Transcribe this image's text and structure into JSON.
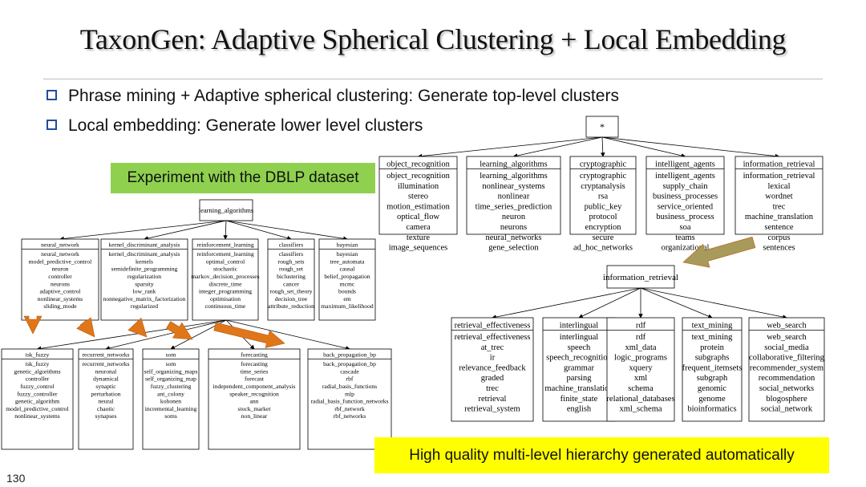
{
  "slide": {
    "title": "TaxonGen: Adaptive Spherical Clustering + Local Embedding",
    "bullets": [
      "Phrase mining + Adaptive spherical clustering: Generate top-level clusters",
      "Local embedding: Generate lower level clusters"
    ],
    "callout_dblp": "Experiment with the DBLP dataset",
    "callout_quality": "High quality multi-level hierarchy generated automatically",
    "page_number": "130"
  },
  "left_tree": {
    "root": "learning_algorithms",
    "level1": [
      {
        "title": "neural_network",
        "items": [
          "neural_network",
          "model_predictive_control",
          "neuron",
          "controller",
          "neurons",
          "adaptive_control",
          "nonlinear_systems",
          "sliding_mode"
        ]
      },
      {
        "title": "kernel_discriminant_analysis",
        "items": [
          "kernel_discriminant_analysis",
          "kernels",
          "semidefinite_programming",
          "regularization",
          "sparsity",
          "low_rank",
          "nonnegative_matrix_factorization",
          "regularized"
        ]
      },
      {
        "title": "reinforcement_learning",
        "items": [
          "reinforcement_learning",
          "optimal_control",
          "stochastic",
          "markov_decision_processes",
          "discrete_time",
          "integer_programming",
          "optimisation",
          "continuous_time"
        ]
      },
      {
        "title": "classifiers",
        "items": [
          "classifiers",
          "rough_sets",
          "rough_set",
          "biclustering",
          "cancer",
          "rough_set_theory",
          "decision_tree",
          "attribute_reduction"
        ]
      },
      {
        "title": "bayesian",
        "items": [
          "bayesian",
          "tree_automata",
          "causal",
          "belief_propagation",
          "mcmc",
          "bounds",
          "em",
          "maximum_likelihood"
        ]
      }
    ],
    "level2": [
      {
        "title": "tsk_fuzzy",
        "items": [
          "tsk_fuzzy",
          "genetic_algorithms",
          "controller",
          "fuzzy_control",
          "fuzzy_controller",
          "genetic_algorithm",
          "model_predictive_control",
          "nonlinear_systems"
        ]
      },
      {
        "title": "recurrent_networks",
        "items": [
          "recurrent_networks",
          "neuronal",
          "dynamical",
          "synaptic",
          "perturbation",
          "neural",
          "chaotic",
          "synapses"
        ]
      },
      {
        "title": "som",
        "items": [
          "som",
          "self_organizing_maps",
          "self_organizing_map",
          "fuzzy_clustering",
          "ant_colony",
          "kohonen",
          "incremental_learning",
          "soms"
        ]
      },
      {
        "title": "forecasting",
        "items": [
          "forecasting",
          "time_series",
          "forecast",
          "independent_component_analysis",
          "speaker_recognition",
          "ann",
          "stock_market",
          "non_linear"
        ]
      },
      {
        "title": "back_propagation_bp",
        "items": [
          "back_propagation_bp",
          "cascade",
          "rbf",
          "radial_basis_functions",
          "mlp",
          "radial_basis_function_networks",
          "rbf_network",
          "rbf_networks"
        ]
      }
    ]
  },
  "right_tree": {
    "root": "*",
    "level1": [
      {
        "title": "object_recognition",
        "items": [
          "object_recognition",
          "illumination",
          "stereo",
          "motion_estimation",
          "optical_flow",
          "camera",
          "texture",
          "image_sequences"
        ]
      },
      {
        "title": "learning_algorithms",
        "items": [
          "learning_algorithms",
          "nonlinear_systems",
          "nonlinear",
          "time_series_prediction",
          "neuron",
          "neurons",
          "neural_networks",
          "gene_selection"
        ]
      },
      {
        "title": "cryptographic",
        "items": [
          "cryptographic",
          "cryptanalysis",
          "rsa",
          "public_key",
          "protocol",
          "encryption",
          "secure",
          "ad_hoc_networks"
        ]
      },
      {
        "title": "intelligent_agents",
        "items": [
          "intelligent_agents",
          "supply_chain",
          "business_processes",
          "service_oriented",
          "business_process",
          "soa",
          "teams",
          "organizational"
        ]
      },
      {
        "title": "information_retrieval",
        "items": [
          "information_retrieval",
          "lexical",
          "wordnet",
          "trec",
          "machine_translation",
          "sentence",
          "corpus",
          "sentences"
        ]
      }
    ],
    "sub_root": "information_retrieval",
    "level2": [
      {
        "title": "retrieval_effectiveness",
        "items": [
          "retrieval_effectiveness",
          "at_trec",
          "ir",
          "relevance_feedback",
          "graded",
          "trec",
          "retrieval",
          "retrieval_system"
        ]
      },
      {
        "title": "interlingual",
        "items": [
          "interlingual",
          "speech",
          "speech_recognition",
          "grammar",
          "parsing",
          "machine_translation",
          "finite_state",
          "english"
        ]
      },
      {
        "title": "rdf",
        "items": [
          "rdf",
          "xml_data",
          "logic_programs",
          "xquery",
          "xml",
          "schema",
          "relational_databases",
          "xml_schema"
        ]
      },
      {
        "title": "text_mining",
        "items": [
          "text_mining",
          "protein",
          "subgraphs",
          "frequent_itemsets",
          "subgraph",
          "genomic",
          "genome",
          "bioinformatics"
        ]
      },
      {
        "title": "web_search",
        "items": [
          "web_search",
          "social_media",
          "collaborative_filtering",
          "recommender_system",
          "recommendation",
          "social_networks",
          "blogosphere",
          "social_network"
        ]
      }
    ]
  },
  "colors": {
    "arrow_orange": "#e0761a",
    "arrow_olive": "#a89a5a",
    "green_callout": "#8fd14f",
    "yellow_callout": "#ffff00",
    "bullet_box": "#1f4e9c"
  }
}
